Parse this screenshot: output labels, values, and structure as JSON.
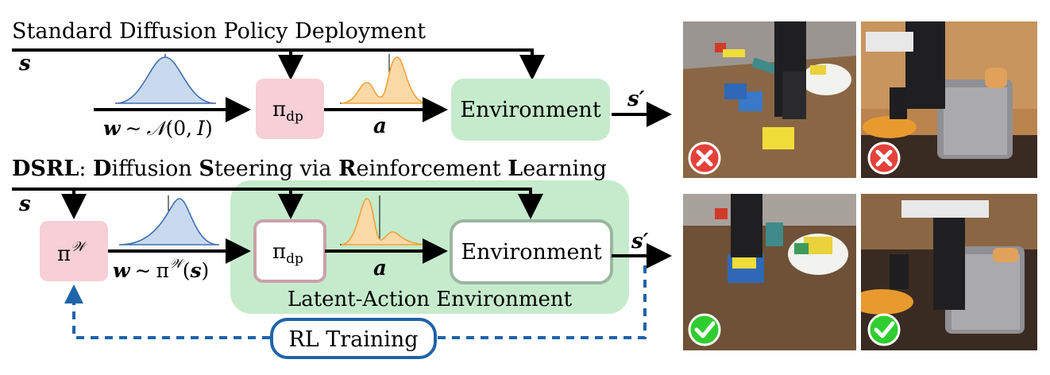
{
  "top": {
    "title": "Standard Diffusion Policy Deployment",
    "state_label": "s",
    "noise_label": "w ∼ 𝒩(0, I)",
    "policy_label": "π",
    "policy_sub": "dp",
    "action_label": "a",
    "env_label": "Environment",
    "next_state_label": "s′"
  },
  "bottom": {
    "title": {
      "acronym": "DSRL",
      "colon": ": ",
      "word1_initial": "D",
      "word1_rest": "iffusion ",
      "word2_initial": "S",
      "word2_rest": "teering via ",
      "word3_initial": "R",
      "word3_rest": "einforcement ",
      "word4_initial": "L",
      "word4_rest": "earning"
    },
    "state_label": "s",
    "latent_policy_label": "π",
    "latent_policy_sup": "𝒲",
    "noise_label_lhs": "w ∼ π",
    "noise_label_sup": "𝒲",
    "noise_label_rhs": "(s)",
    "policy_label": "π",
    "policy_sub": "dp",
    "action_label": "a",
    "env_label": "Environment",
    "latent_env_label": "Latent-Action Environment",
    "next_state_label": "s′",
    "rl_training_label": "RL Training"
  },
  "colors": {
    "policy_fill": "#f7cfd6",
    "policy_border": "#c9a1aa",
    "env_fill": "#c5ebcc",
    "env_inner_border": "#9cb5a0",
    "gaussian_fill": "#c9d9ee",
    "gaussian_stroke": "#3e6fb0",
    "multimodal_fill": "#fbd9a6",
    "multimodal_stroke": "#f0a23a",
    "rl_blue": "#1f63a8",
    "fail_red": "#e4413a",
    "success_green": "#2fcd2f"
  },
  "photos": [
    {
      "scene": "block-bowl-task",
      "outcome": "failure",
      "icon": "cross-icon"
    },
    {
      "scene": "toaster-task",
      "outcome": "failure",
      "icon": "cross-icon"
    },
    {
      "scene": "block-bowl-task",
      "outcome": "success",
      "icon": "check-icon"
    },
    {
      "scene": "toaster-task",
      "outcome": "success",
      "icon": "check-icon"
    }
  ]
}
